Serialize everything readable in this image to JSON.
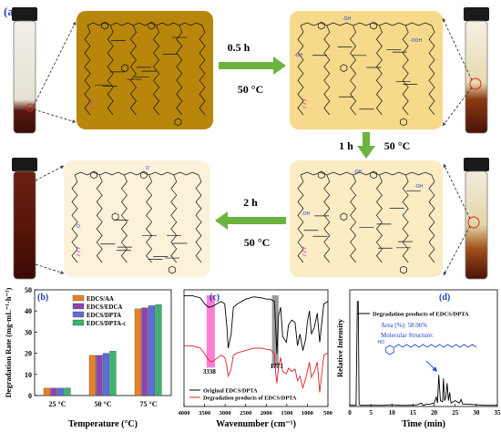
{
  "figure": {
    "panel_a": "(a)",
    "panel_b": "(b)",
    "panel_c": "(c)",
    "panel_d": "(d)"
  },
  "steps": [
    {
      "time": "0.5 h",
      "temp": "50 °C"
    },
    {
      "time": "1 h",
      "temp": "50 °C"
    },
    {
      "time": "2 h",
      "temp": "50 °C"
    }
  ],
  "structure_labels": {
    "oh": "-OH",
    "ooh": "-OOH",
    "o": "O",
    "ho": "HO"
  },
  "colors": {
    "stage1_bg": "#b8860b",
    "stage_bg_light": "#f6d98a",
    "stage_bg_pale": "#fbecc4",
    "stage_bg_cream": "#fcf2da",
    "arrow_green": "#6db33f",
    "edcs_aa": "#e8822a",
    "edcs_edca": "#8e44ad",
    "edcs_dpta": "#5a6fd6",
    "edcs_dpta_c": "#3cb371",
    "ftir_black": "#000000",
    "ftir_red": "#e0202a",
    "hl_pink": "#ff66cc",
    "hl_gray": "#8a8a8a"
  },
  "chart_data": [
    {
      "type": "bar",
      "title": "",
      "xlabel": "Temperature (°C)",
      "ylabel": "Degradation Rate (mg·mL⁻¹·h⁻¹)",
      "categories": [
        "25 °C",
        "50 °C",
        "75 °C"
      ],
      "ylim": [
        0,
        50
      ],
      "yticks": [
        0,
        10,
        20,
        30,
        40,
        50
      ],
      "legend": "top-left",
      "series": [
        {
          "name": "EDCS/AA",
          "values": [
            3.5,
            19,
            41
          ]
        },
        {
          "name": "EDCS/EDCA",
          "values": [
            3.5,
            19,
            41.5
          ]
        },
        {
          "name": "EDCS/DPTA",
          "values": [
            3.5,
            20,
            42.5
          ]
        },
        {
          "name": "EDCS/DPTA-c",
          "values": [
            3.6,
            21,
            43
          ]
        }
      ]
    },
    {
      "type": "line",
      "title": "",
      "xlabel": "Wavenumber (cm⁻¹)",
      "ylabel": "",
      "xlim": [
        4000,
        500
      ],
      "xticks": [
        4000,
        3500,
        3000,
        2500,
        2000,
        1500,
        1000,
        500
      ],
      "annotations": [
        "3338",
        "1773"
      ],
      "highlight_bands": [
        [
          3250,
          3450
        ],
        [
          1700,
          1860
        ]
      ],
      "legend": "bottom-right",
      "series": [
        {
          "name": "Original EDCS/DPTA",
          "x": [
            4000,
            3800,
            3600,
            3500,
            3400,
            3300,
            3200,
            3100,
            3010,
            2960,
            2925,
            2855,
            2800,
            2700,
            2500,
            2300,
            2100,
            2000,
            1900,
            1800,
            1740,
            1700,
            1650,
            1600,
            1510,
            1460,
            1380,
            1300,
            1240,
            1180,
            1110,
            1040,
            1000,
            950,
            900,
            830,
            760,
            700,
            600,
            500
          ],
          "y": [
            0.95,
            0.95,
            0.93,
            0.88,
            0.85,
            0.86,
            0.88,
            0.9,
            0.88,
            0.7,
            0.5,
            0.62,
            0.85,
            0.88,
            0.92,
            0.94,
            0.93,
            0.92,
            0.92,
            0.9,
            0.45,
            0.78,
            0.85,
            0.6,
            0.55,
            0.7,
            0.74,
            0.72,
            0.52,
            0.62,
            0.48,
            0.58,
            0.72,
            0.82,
            0.62,
            0.68,
            0.8,
            0.55,
            0.88,
            0.9
          ]
        },
        {
          "name": "Degradation products of EDCS/DPTA",
          "x": [
            4000,
            3800,
            3600,
            3500,
            3400,
            3338,
            3250,
            3100,
            3010,
            2960,
            2925,
            2855,
            2800,
            2700,
            2500,
            2300,
            2100,
            2000,
            1900,
            1800,
            1773,
            1740,
            1700,
            1650,
            1600,
            1510,
            1460,
            1380,
            1300,
            1240,
            1180,
            1110,
            1040,
            1000,
            950,
            900,
            830,
            760,
            700,
            600,
            500
          ],
          "y": [
            0.52,
            0.52,
            0.5,
            0.45,
            0.4,
            0.38,
            0.4,
            0.44,
            0.42,
            0.35,
            0.26,
            0.32,
            0.44,
            0.46,
            0.48,
            0.5,
            0.5,
            0.49,
            0.49,
            0.45,
            0.3,
            0.2,
            0.34,
            0.42,
            0.3,
            0.28,
            0.33,
            0.3,
            0.32,
            0.22,
            0.26,
            0.16,
            0.24,
            0.3,
            0.38,
            0.25,
            0.3,
            0.38,
            0.12,
            0.44,
            0.46
          ]
        }
      ]
    },
    {
      "type": "line",
      "title": "",
      "xlabel": "Time (min)",
      "ylabel": "Relative Intensity",
      "xlim": [
        0,
        35
      ],
      "xticks": [
        0,
        5,
        10,
        15,
        20,
        25,
        30,
        35
      ],
      "legend": "top-right",
      "annotations": [
        "Area (%): 58.06%",
        "Molecular Structure:"
      ],
      "series": [
        {
          "name": "Degradation products of EDCS/DPTA",
          "x": [
            0,
            1.5,
            1.8,
            2.0,
            2.2,
            2.5,
            4,
            6,
            8,
            10,
            12,
            14,
            16,
            17,
            17.3,
            17.6,
            18,
            19,
            20,
            20.5,
            20.8,
            21.1,
            21.5,
            22,
            22.2,
            22.5,
            22.8,
            23.1,
            23.4,
            23.7,
            24,
            25,
            26,
            26.4,
            26.8,
            28,
            30,
            32,
            35
          ],
          "y": [
            0.01,
            0.01,
            0.9,
            0.9,
            0.02,
            0.01,
            0.01,
            0.01,
            0.01,
            0.015,
            0.01,
            0.01,
            0.015,
            0.03,
            0.01,
            0.01,
            0.02,
            0.02,
            0.03,
            0.08,
            0.03,
            0.27,
            0.05,
            0.04,
            0.24,
            0.05,
            0.08,
            0.2,
            0.05,
            0.12,
            0.03,
            0.05,
            0.03,
            0.06,
            0.02,
            0.02,
            0.015,
            0.01,
            0.01
          ]
        }
      ]
    }
  ]
}
